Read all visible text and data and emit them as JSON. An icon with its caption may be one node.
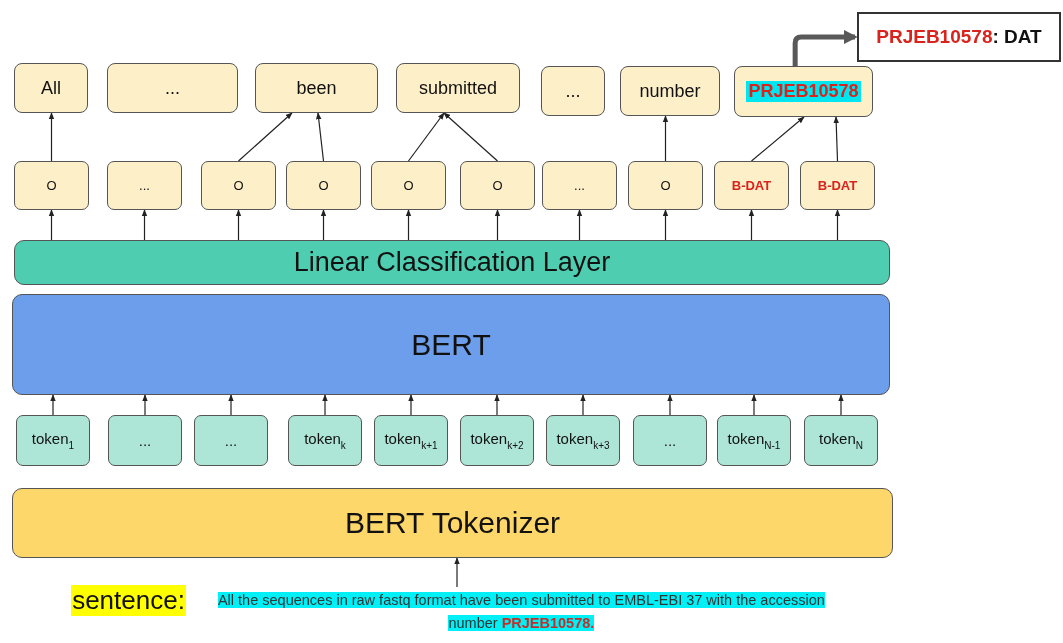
{
  "diagram": {
    "nodes": [
      {
        "text": [
          "All"
        ]
      },
      {
        "text": [
          "..."
        ]
      },
      {
        "text": [
          "been"
        ]
      },
      {
        "text": [
          "submitted"
        ]
      },
      {
        "text": [
          "..."
        ]
      },
      {
        "text": [
          "number"
        ]
      },
      {
        "text": [
          "PRJEB10578"
        ]
      },
      {
        "text": [
          "**PRJEB10578**: DAT"
        ]
      },
      {
        "text": [
          "O"
        ]
      },
      {
        "text": [
          "..."
        ]
      },
      {
        "text": [
          "O"
        ]
      },
      {
        "text": [
          "O"
        ]
      },
      {
        "text": [
          "O"
        ]
      },
      {
        "text": [
          "O"
        ]
      },
      {
        "text": [
          "..."
        ]
      },
      {
        "text": [
          "O"
        ]
      },
      {
        "text": [
          "B-DAT"
        ]
      },
      {
        "text": [
          "B-DAT"
        ]
      },
      {
        "text": [
          "Linear Classification Layer"
        ]
      },
      {
        "text": [
          "BERT"
        ]
      },
      {
        "text": [
          "token$_{1}$"
        ]
      },
      {
        "text": [
          "..."
        ]
      },
      {
        "text": [
          "..."
        ]
      },
      {
        "text": [
          "token$_{k}$"
        ]
      },
      {
        "text": [
          "token$_{k+1}$"
        ]
      },
      {
        "text": [
          "token$_{k+2}$"
        ]
      },
      {
        "text": [
          "token$_{k+3}$"
        ]
      },
      {
        "text": [
          "..."
        ]
      },
      {
        "text": [
          "token$_{N-1}$"
        ]
      },
      {
        "text": [
          "token$_{N}$"
        ]
      },
      {
        "text": [
          "BERT Tokenizer"
        ]
      },
      {
        "text": [
          "sentence:",
          "All the sequences in raw fastq format have been submitted to EMBL-EBI 37 with the accession number **PRJEB10578.**"
        ]
      }
    ],
    "edges": [
      {
        "from": 8,
        "to": 0,
        "arrow": "to"
      },
      {
        "from": 10,
        "to": 2,
        "arrow": "to"
      },
      {
        "from": 11,
        "to": 2,
        "arrow": "to"
      },
      {
        "from": 12,
        "to": 3,
        "arrow": "to"
      },
      {
        "from": 13,
        "to": 3,
        "arrow": "to"
      },
      {
        "from": 15,
        "to": 5,
        "arrow": "to"
      },
      {
        "from": 16,
        "to": 6,
        "arrow": "to"
      },
      {
        "from": 17,
        "to": 6,
        "arrow": "to"
      },
      {
        "from": 6,
        "to": 7,
        "arrow": "to",
        "style": "thick",
        "color": "#595959"
      },
      {
        "from": 18,
        "to": 8,
        "arrow": "to"
      },
      {
        "from": 18,
        "to": 9,
        "arrow": "to"
      },
      {
        "from": 18,
        "to": 10,
        "arrow": "to"
      },
      {
        "from": 18,
        "to": 11,
        "arrow": "to"
      },
      {
        "from": 18,
        "to": 12,
        "arrow": "to"
      },
      {
        "from": 18,
        "to": 13,
        "arrow": "to"
      },
      {
        "from": 18,
        "to": 14,
        "arrow": "to"
      },
      {
        "from": 18,
        "to": 15,
        "arrow": "to"
      },
      {
        "from": 18,
        "to": 16,
        "arrow": "to"
      },
      {
        "from": 18,
        "to": 17,
        "arrow": "to"
      },
      {
        "from": 20,
        "to": 19,
        "arrow": "to"
      },
      {
        "from": 21,
        "to": 19,
        "arrow": "to"
      },
      {
        "from": 22,
        "to": 19,
        "arrow": "to"
      },
      {
        "from": 23,
        "to": 19,
        "arrow": "to"
      },
      {
        "from": 24,
        "to": 19,
        "arrow": "to"
      },
      {
        "from": 25,
        "to": 19,
        "arrow": "to"
      },
      {
        "from": 26,
        "to": 19,
        "arrow": "to"
      },
      {
        "from": 27,
        "to": 19,
        "arrow": "to"
      },
      {
        "from": 28,
        "to": 19,
        "arrow": "to"
      },
      {
        "from": 29,
        "to": 19,
        "arrow": "to"
      },
      {
        "from": 31,
        "to": 30,
        "arrow": "to"
      }
    ]
  }
}
